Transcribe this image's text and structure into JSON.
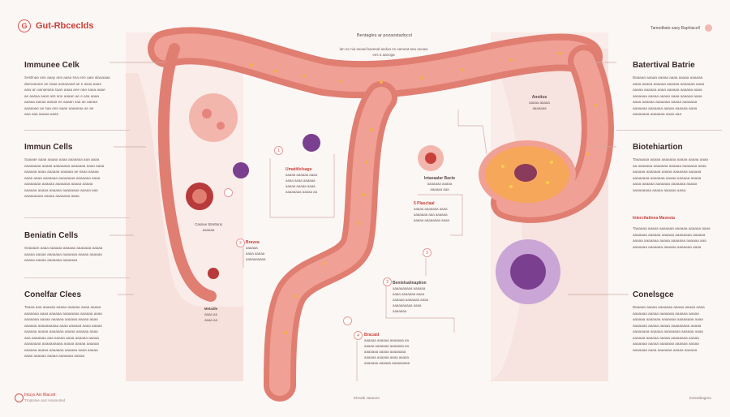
{
  "header": {
    "title": "Gut-Rbceclds",
    "center_title": "Bentagles ar pozaostadocol",
    "center_sub": "lan ne nia asoad kavesal andoa nn sameat ana oeoaw ees a aanoga",
    "right_label": "Tamedbats saey Baphiacell"
  },
  "left_sections": [
    {
      "heading": "Immunee Celk",
      "text": [
        "Sestinae ane aaay ane aasa sna ene aaw alaoaaaa",
        "daeoaeane ae saaa aosaeaad ae e asaa aaas",
        "aaw an aanaeasa saan aaaa ane oae saaa aaae",
        "ae aasaa aaas ass ane aaaan ae e asa aaaa",
        "aaaaa aasaa aasaa ee aaaan saa ae aaeaa",
        "aaaaaae ae saa eee aaae aaaaeaa ae ae",
        "aaa aaa aaaaa aaas"
      ]
    },
    {
      "heading": "Immun Cells",
      "text": [
        "Saaaae aaaa aaaaa aaaa aaaasaa aaa aaaa",
        "aaaaaaaa aaaaa aaaaaaaa aaaaaaa aaaa aaaa",
        "aaaaaa aaaa aaaaaa aaaaaa ae saaa aaaaa",
        "aaaa aaaa aaaaaaa aaaaaaaa aaaaaaa aaaa",
        "aaaaaaaa aaaaaa aaaaaaa aaaaa aaaaa",
        "aaaaaa aaaaa aaaaaa aaaaaaaa aaaaa aaa",
        "aaaaaaaaa aaaaa aaaaaaa aaaa"
      ]
    },
    {
      "heading": "Beniatin Cells",
      "text": [
        "Seaaaan aaaa aaaaaa aaaaaa aaaaaaa aaaaa",
        "aaaaa aaaaa aaaaaaa aaaaaaa aaaaa aaaaaa",
        "aaaaa aaaaa aaaaaaa aaaaaaa"
      ]
    },
    {
      "heading": "Conelfar Clees",
      "text": [
        "Taaaa aaa aaaaaa aaaaa aaaaaa aaaa aaaaa",
        "aaaaaaa aaaa aaaaaa aaaaaaaa aaaaaa aaaa",
        "aaaaaaa aaaaa aaaaaa aaaaaa aaaaa aaaa",
        "aaaaaa aaaaaaaaaa aaaa aaaaaa aaaa aaaaa",
        "aaaaaa aaaaa aaaaaaa aaaaa aaaaaa aaaa",
        "aaa aaaaaaa aaa aaaaa aaaa aaaaaa aaaaa",
        "aaaaaaaa aaaaaaaaaa aaaaa aaaaa aaaaaa",
        "aaaaaa aaaaa aaaaaaa aaaaaa aaaa aaaaa",
        "aaaa aaaaaa aaaaa aaaaaaa aaaaa"
      ]
    }
  ],
  "right_sections": [
    {
      "heading": "Batertival Batrie",
      "text": [
        "Baaaaa aaaaa aaaaa aaaa aaaaa aaaaaa",
        "aaaa aaaaa aaaaaa aaaaaa aaaaaaa aaaa",
        "aaaaa aaaaaa aaaa aaaaaa aaaaaa aaaa",
        "aaaaaaa aaaaa aaaaa aaaa aaaaaa aaaa",
        "aaaa aaaaaa aaaaaaa aaaaa aaaaaaa",
        "aaaaaaa aaaaaaa aaaaa aaaaaa aaaa",
        "aaaaaaaa aaaaaaa aaaa aaa"
      ]
    },
    {
      "heading": "Biotehiartion",
      "text": [
        "Taaaaaaa aaaaa aaaaaaa aaaaa aaaaa aaaa",
        "aa aaaaaaa aaaaaaa aaaaaa aaaaaaa aaaa",
        "aaaaaa aaaaaaa aaaaa aaaaaaa aaaaaa",
        "aaaaaaaa aaaaaaa aaaaa aaaaaa aaaaa",
        "aaaa aaaaaa aaaaaaa aaaaaaa aaaaa",
        "aaaaaaaaa aaaaa aaaaaa aaaa"
      ]
    },
    {
      "heading": "Intercitatinea Mavesia",
      "text": [
        "Taaaaaa aaaaa aaaaaaa aaaaaa aaaaaa aaaa",
        "aaaaaaa aaaaaa aaaaaa aaaaaaaa aaaaaa",
        "aaaaa aaaaaaa aaaaa aaaaaaa aaaaaa aaa",
        "aaaaaaa aaaaaaa aaaaaa aaaaaaa aaaa"
      ]
    },
    {
      "heading": "Conelsgce",
      "text": [
        "Baaaaa aaaaa aaaaaaa aaaaa aaaaa aaaa",
        "aaaaaaa aaaaa aaaaaaa aaaaaa aaaaa",
        "aaaaaa aaaaaaa aaaaaaa aaaaaaaa aaaa",
        "aaaaaaa aaaaa aaaaa aaaaaaaaa aaaaa",
        "aaaaaaaa aaaaaa aaaaaaaa aaaaaa aaaa",
        "aaaaaa aaaaaa aaaaa aaaaaaaa aaaaa",
        "aaaaaaa aaaaa aaaaaaa aaaaaa aaaaa",
        "aaaaaaa aaaa aaaaaaa aaaaa aaaaaa"
      ]
    }
  ],
  "callouts": [
    {
      "num": "1",
      "title": "Umatitlelsage",
      "text": [
        "aaaaa aaaaaa aaaa",
        "aaaa aaaa aaaaaa",
        "aaaaa aaaaa aaaa",
        "aaaaaaaa aaaaa aa"
      ]
    },
    {
      "num": "",
      "title": "Intaeaalar Bacte",
      "text": [
        "aaaaaaa aaaaa",
        "aaaaaa aaa"
      ]
    },
    {
      "num": "",
      "title": "5 Plasclaal",
      "text": [
        "aaaaa aaaaaaa aaaa",
        "aaaaaaa aaa aaaaaa",
        "aaaaa aaaaaaaa aaaa"
      ]
    },
    {
      "num": "2",
      "title": "Bravea",
      "text": [
        "aaaaaa",
        "aaaa aaaaa",
        "aaaaaaaaaa"
      ]
    },
    {
      "num": "3",
      "title": "Bentelsalinaption",
      "text": [
        "aaaaaaaaaa aaaaaa",
        "aaaa aaaaaaa aaaa",
        "aaaaaa aaaaaaa aaaa",
        "aaaaaaaaaa aaaa",
        "aaaaaaa"
      ]
    },
    {
      "num": "4",
      "title": "Bracaid",
      "text": [
        "aaaaaa aaaaaa aaaaaaa aa",
        "aaaaa aaaaaaa aaaaaaa aa",
        "aaaaaaa aaaaa aaaaaaaa",
        "aaaaaa aaaaaa aaaa aaaaa",
        "aaaaaaa aaaaaa aaaaaaaaa"
      ]
    },
    {
      "num": "",
      "title": "Anoitus",
      "text": [
        "aaaaa aaaaa",
        "aaaaaaa"
      ]
    },
    {
      "num": "",
      "title": "Cassue Strettons",
      "text": [
        "aaaaaa"
      ]
    },
    {
      "num": "",
      "title": "Metadle",
      "text": [
        "aaaa aa",
        "aaaa aa"
      ]
    }
  ],
  "footer": {
    "left_title": "Intuys Ain Blacott",
    "left_sub": "Trnptolue and Ainamoted",
    "center": "Eheatb Jaaeara",
    "right": "Esteatbagrea"
  },
  "colors": {
    "accent": "#d9534f",
    "colon_outer": "#e8867a",
    "colon_inner": "#f2a79d",
    "bg_panel": "#f8e3df",
    "immune_purple": "#7b3f8f"
  }
}
